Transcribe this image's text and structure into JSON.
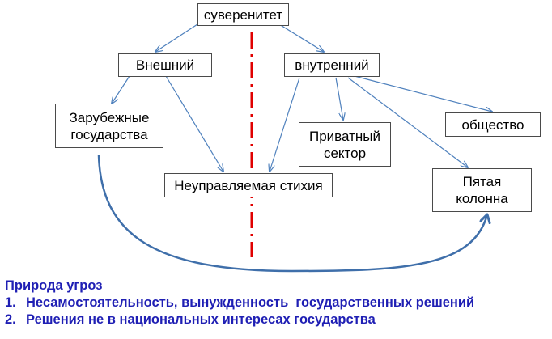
{
  "nodes": {
    "sovereignty": "суверенитет",
    "external": "Внешний",
    "internal": "внутренний",
    "foreign_states": [
      "Зарубежные",
      "государства"
    ],
    "uncontrolled": "Неуправляемая стихия",
    "private_sector": [
      "Приватный",
      "сектор"
    ],
    "society": "общество",
    "fifth_column": [
      "Пятая",
      "колонна"
    ]
  },
  "notes": {
    "title": "Природа угроз",
    "items": [
      {
        "num": "1.",
        "text": "Несамостоятельность, вынужденность  государственных решений"
      },
      {
        "num": "2.",
        "text": "Решения не в национальных интересах государства"
      }
    ]
  },
  "colors": {
    "arrow": "#4f81bd",
    "curve": "#3f6faa",
    "divider": "#e00000",
    "box_border": "#4a4a4a",
    "notes_text": "#1f1fb4"
  }
}
